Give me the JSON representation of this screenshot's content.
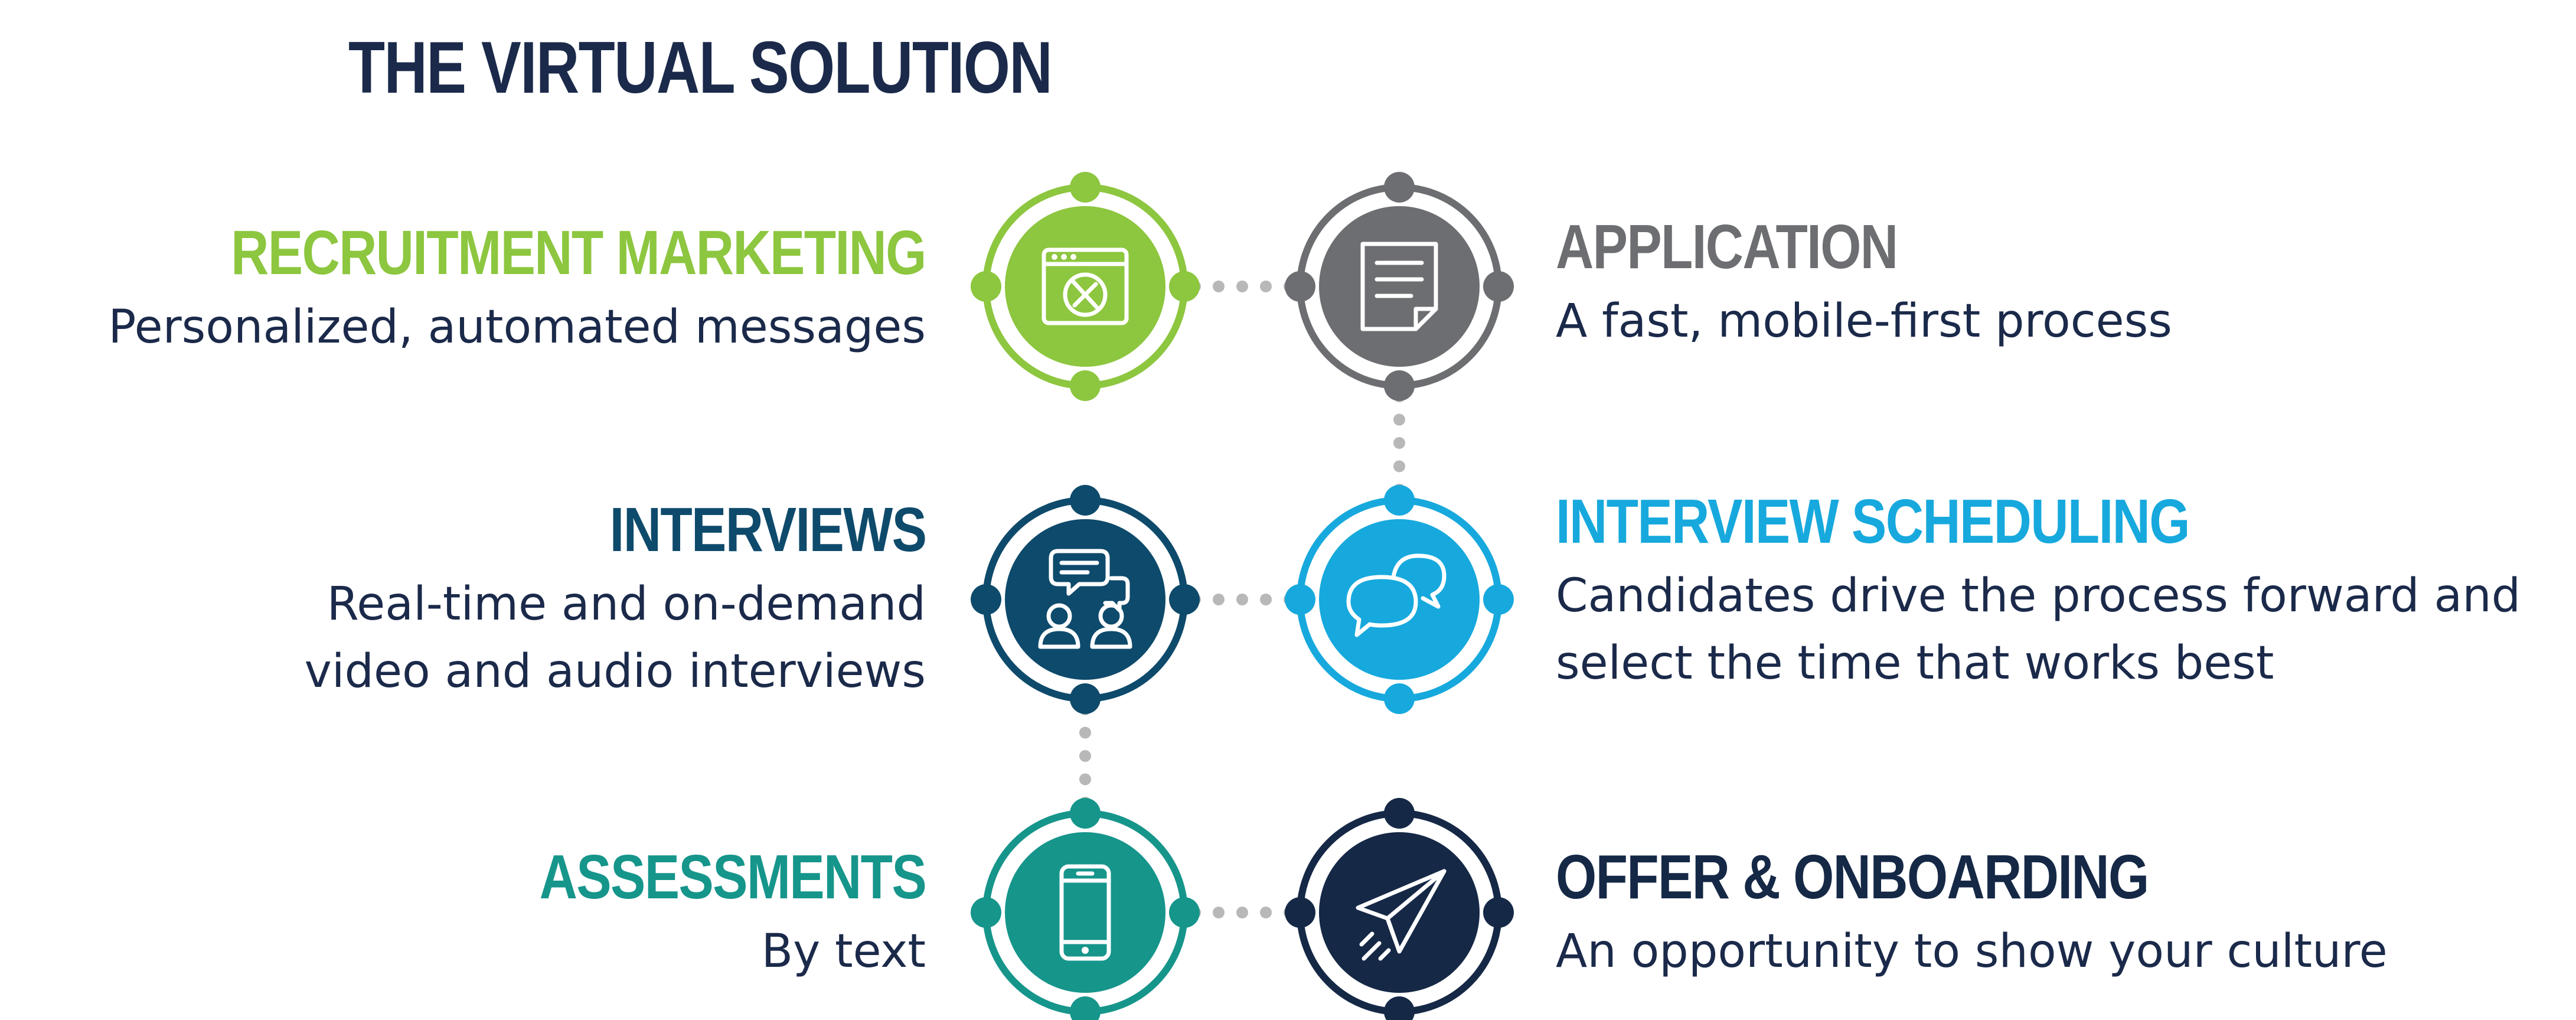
{
  "title": "THE VIRTUAL SOLUTION",
  "colors": {
    "title": "#1b2a4a",
    "desc": "#1b2a4a",
    "connector": "#b8b8b8",
    "icon_line": "#ffffff"
  },
  "steps": [
    {
      "title": "RECRUITMENT MARKETING",
      "description": [
        "Personalized, automated messages"
      ],
      "color": "#8dc63f",
      "icon": "browser-compass-icon"
    },
    {
      "title": "APPLICATION",
      "description": [
        "A fast, mobile-first process"
      ],
      "color": "#6d6e71",
      "icon": "document-icon"
    },
    {
      "title": "INTERVIEWS",
      "description": [
        "Real-time and on-demand",
        "video and audio interviews"
      ],
      "color": "#0e4a6b",
      "icon": "conversation-people-icon"
    },
    {
      "title": "INTERVIEW SCHEDULING",
      "description": [
        "Candidates drive the process forward and",
        "select the time that works best"
      ],
      "color": "#17a9dd",
      "icon": "speech-bubbles-icon"
    },
    {
      "title": "ASSESSMENTS",
      "description": [
        "By text"
      ],
      "color": "#16958b",
      "icon": "smartphone-icon"
    },
    {
      "title": "OFFER & ONBOARDING",
      "description": [
        "An opportunity to show your culture"
      ],
      "color": "#152846",
      "icon": "paper-plane-icon"
    }
  ]
}
